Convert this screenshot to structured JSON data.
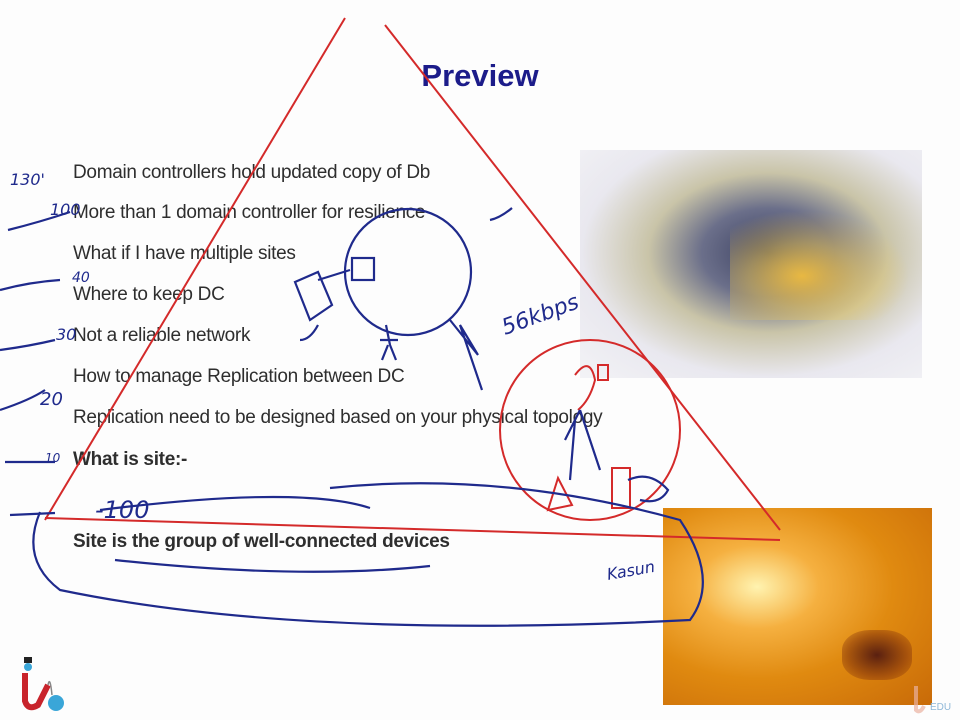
{
  "slide": {
    "title": "Preview",
    "bullets": [
      {
        "text": "Domain controllers hold updated copy of Db",
        "bold": false
      },
      {
        "text": "More than 1 domain controller for resilience",
        "bold": false
      },
      {
        "text": "What if I have multiple sites",
        "bold": false
      },
      {
        "text": "Where to keep DC",
        "bold": false
      },
      {
        "text": "Not a reliable network",
        "bold": false
      },
      {
        "text": "How to manage Replication between DC",
        "bold": false
      },
      {
        "text": "Replication need to be designed based on your physical topology",
        "bold": false
      },
      {
        "text": "What is site:-",
        "bold": true
      },
      {
        "text": "Site is the group of well-connected devices",
        "bold": true
      }
    ]
  },
  "annotations": {
    "speed": "56kbps",
    "name": "Kasun",
    "numbers": [
      "130'",
      "100",
      "40",
      "30",
      "20",
      "10",
      "-100"
    ]
  },
  "colors": {
    "title": "#1c1c8a",
    "pen_blue": "#1f2a8c",
    "pen_red": "#d42a2a"
  },
  "logo": {
    "watermark_text": "EDU"
  }
}
